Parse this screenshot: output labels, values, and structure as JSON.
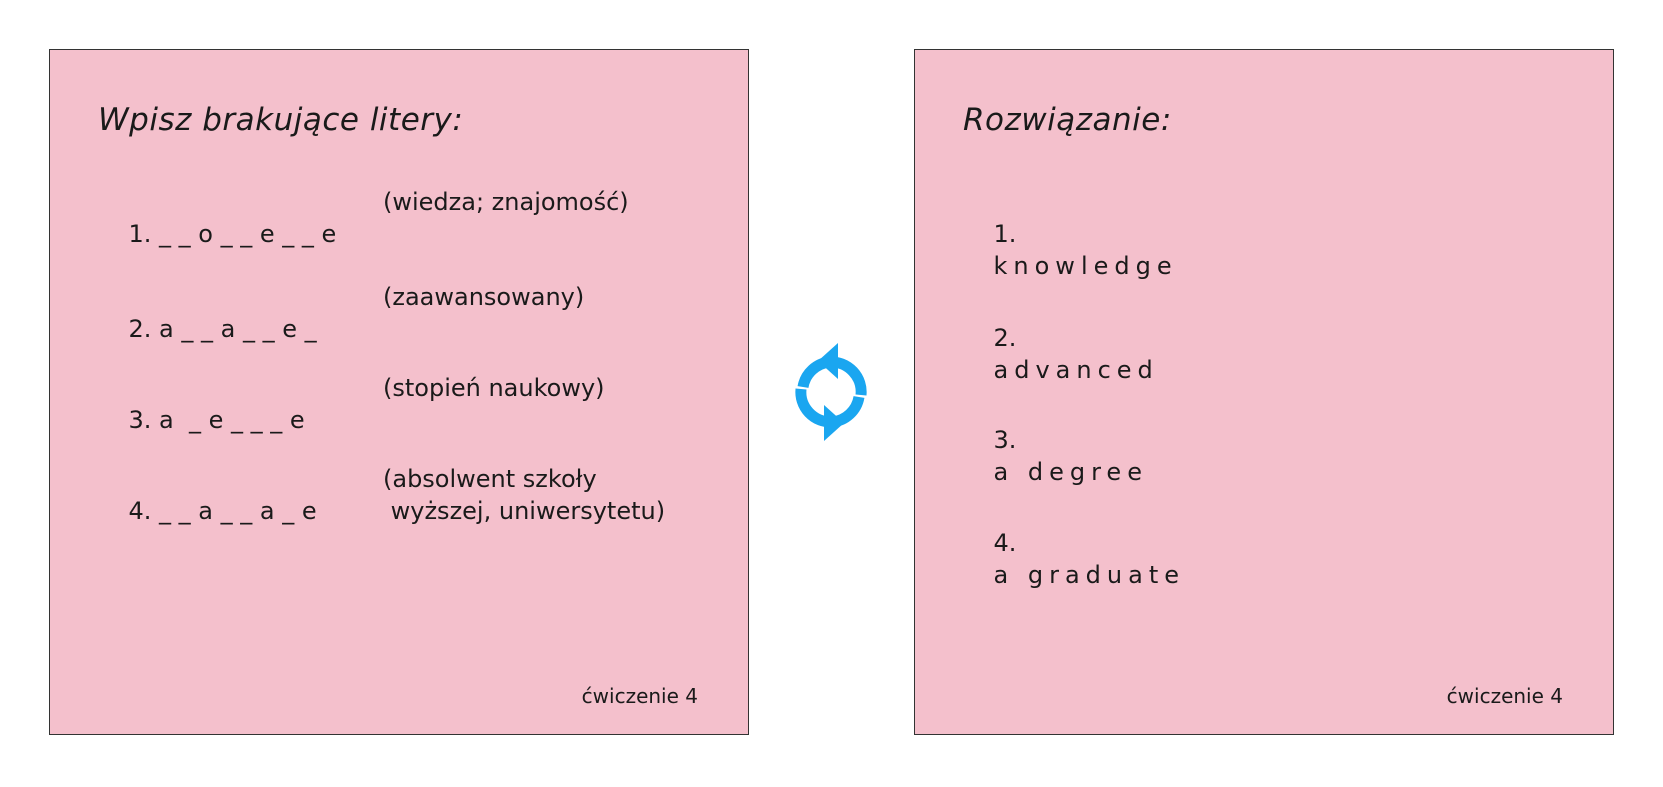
{
  "left_card": {
    "title": "Wpisz brakujące litery:",
    "items": [
      {
        "word": "1. _ _ o _ _ e _ _ e",
        "hint": "(wiedza; znajomość)"
      },
      {
        "word": "2. a _ _ a _ _ e _",
        "hint": "(zaawansowany)"
      },
      {
        "word": "3. a  _ e _ _ _ e",
        "hint": "(stopień naukowy)"
      },
      {
        "word": "4. _ _ a _ _ a _ e",
        "hint": "(absolwent szkoły\n wyższej, uniwersytetu)"
      }
    ],
    "footer": "ćwiczenie 4"
  },
  "right_card": {
    "title": "Rozwiązanie:",
    "items": [
      {
        "num": "1.",
        "word": "knowledge"
      },
      {
        "num": "2.",
        "word": "advanced"
      },
      {
        "num": "3.",
        "word": "a degree"
      },
      {
        "num": "4.",
        "word": "a graduate"
      }
    ],
    "footer": "ćwiczenie 4"
  },
  "swap": {
    "icon": "refresh-icon",
    "color": "#1aa6f0"
  },
  "colors": {
    "card_background": "#f4c0cc",
    "card_border": "#333333"
  }
}
